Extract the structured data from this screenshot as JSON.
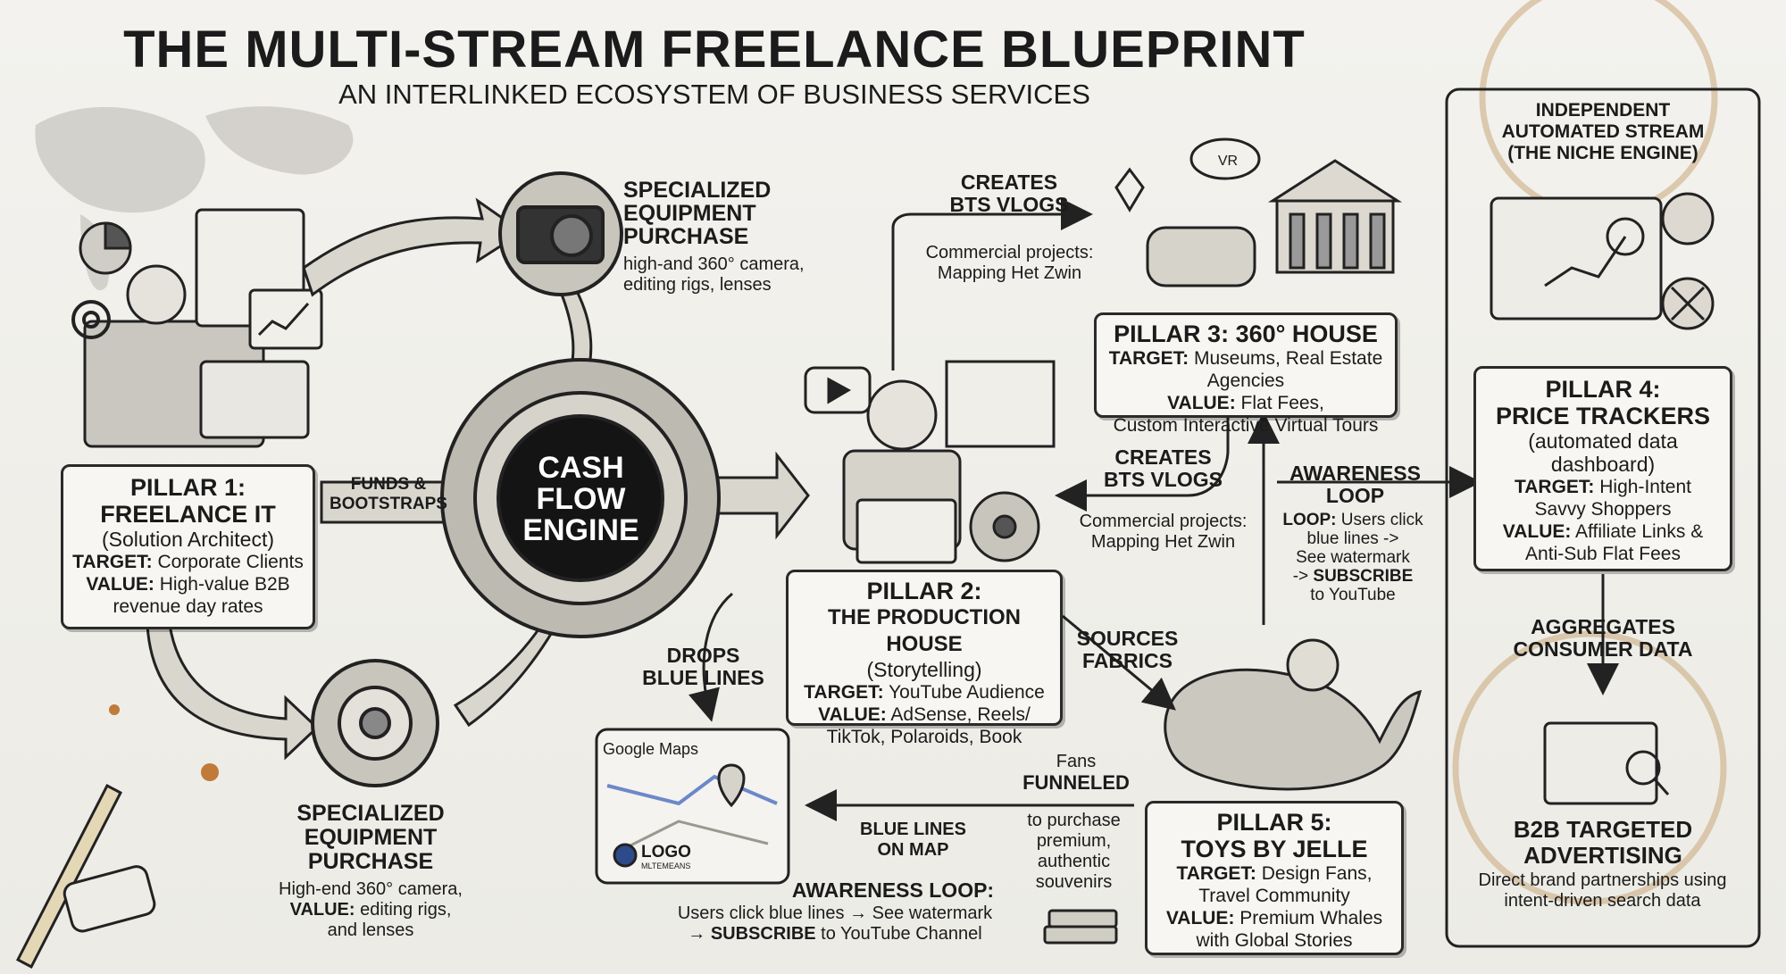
{
  "title": "THE MULTI-STREAM FREELANCE BLUEPRINT",
  "subtitle": "AN INTERLINKED ECOSYSTEM OF BUSINESS SERVICES",
  "engine": {
    "line1": "CASH",
    "line2": "FLOW",
    "line3": "ENGINE"
  },
  "pillar1": {
    "title1": "PILLAR 1:",
    "title2": "FREELANCE IT",
    "role": "(Solution Architect)",
    "target_label": "TARGET:",
    "target": "Corporate Clients",
    "value_label": "VALUE:",
    "value": "High-value B2B",
    "value2": "revenue day rates"
  },
  "funds_label": {
    "l1": "FUNDS &",
    "l2": "BOOTSTRAPS"
  },
  "equip_top": {
    "l1": "SPECIALIZED",
    "l2": "EQUIPMENT",
    "l3": "PURCHASE",
    "d1": "high-and 360° camera,",
    "d2": "editing rigs, lenses"
  },
  "equip_bottom": {
    "l1": "SPECIALIZED",
    "l2": "EQUIPMENT",
    "l3": "PURCHASE",
    "d1": "High-end 360° camera,",
    "value_label": "VALUE:",
    "d2": "editing rigs,",
    "d3": "and lenses"
  },
  "creates_top": {
    "l1": "CREATES",
    "l2": "BTS VLOGS",
    "c1": "Commercial projects:",
    "c2": "Mapping Het Zwin"
  },
  "creates_mid": {
    "l1": "CREATES",
    "l2": "BTS VLOGS",
    "c1": "Commercial projects:",
    "c2": "Mapping Het Zwin"
  },
  "vr_label": "VR",
  "pillar3": {
    "title": "PILLAR 3: 360° HOUSE",
    "target_label": "TARGET:",
    "target": "Museums, Real Estate Agencies",
    "value_label": "VALUE:",
    "value": "Flat Fees,",
    "value2": "Custom Interactive Virtual Tours"
  },
  "awareness_loop": {
    "l1": "AWARENESS",
    "l2": "LOOP",
    "loop_label": "LOOP:",
    "d1": "Users click",
    "d2": "blue lines ->",
    "d3": "See watermark",
    "d4": "-> ",
    "d4b": "SUBSCRIBE",
    "d5": "to YouTube"
  },
  "pillar2": {
    "title1": "PILLAR 2:",
    "title2": "THE PRODUCTION HOUSE",
    "role": "(Storytelling)",
    "target_label": "TARGET:",
    "target": "YouTube Audience",
    "value_label": "VALUE:",
    "value": "AdSense, Reels/",
    "value2": "TikTok, Polaroids, Book"
  },
  "drops": {
    "l1": "DROPS",
    "l2": "BLUE LINES"
  },
  "sources": {
    "l1": "SOURCES",
    "l2": "FABRICS"
  },
  "map": {
    "brand": "Google Maps",
    "logo": "LOGO",
    "logo_sub": "MLTEMEANS"
  },
  "blue_lines_map": {
    "l1": "BLUE LINES",
    "l2": "ON MAP"
  },
  "fans": {
    "l1": "Fans",
    "l2": "FUNNELED",
    "l3": "to purchase",
    "l4": "premium,",
    "l5": "authentic",
    "l6": "souvenirs"
  },
  "awareness_bottom": {
    "title": "AWARENESS LOOP:",
    "d1": "Users click blue lines → See watermark",
    "d2a": "→ ",
    "d2b": "SUBSCRIBE",
    "d2c": " to YouTube Channel"
  },
  "pillar5": {
    "title1": "PILLAR 5:",
    "title2": "TOYS BY JELLE",
    "target_label": "TARGET:",
    "target": "Design Fans,",
    "target2": "Travel Community",
    "value_label": "VALUE:",
    "value": "Premium Whales",
    "value2": "with Global Stories"
  },
  "niche": {
    "l1": "INDEPENDENT",
    "l2": "AUTOMATED STREAM",
    "l3": "(THE NICHE ENGINE)"
  },
  "pillar4": {
    "title1": "PILLAR 4:",
    "title2": "PRICE TRACKERS",
    "sub1": "(automated data",
    "sub2": "dashboard)",
    "target_label": "TARGET:",
    "target": "High-Intent",
    "target2": "Savvy Shoppers",
    "value_label": "VALUE:",
    "value": "Affiliate Links &",
    "value2": "Anti-Sub Flat Fees"
  },
  "aggregates": {
    "l1": "AGGREGATES",
    "l2": "CONSUMER DATA"
  },
  "b2b": {
    "l1": "B2B TARGETED",
    "l2": "ADVERTISING",
    "d1": "Direct brand partnerships using",
    "d2": "intent-driven search data"
  },
  "colors": {
    "ink": "#1b1b1b",
    "paper": "#f3f2ee",
    "engine_core": "#141414",
    "stain": "#c9a77a",
    "crumb": "#c07a3a"
  }
}
